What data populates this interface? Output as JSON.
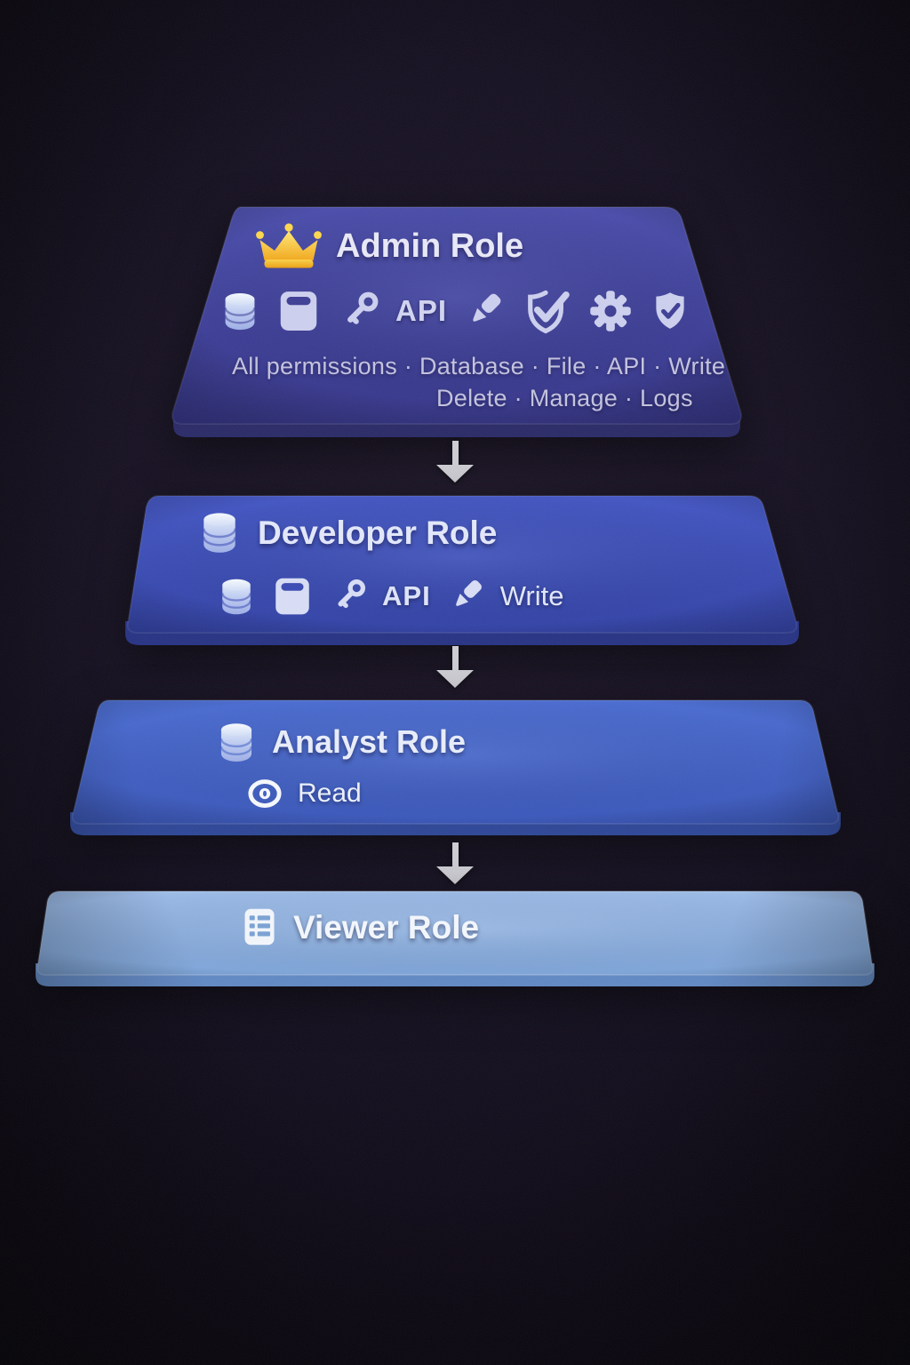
{
  "diagram": {
    "kind": "role-hierarchy-pyramid",
    "arrow_icon": "arrow-down-icon",
    "arrow_color": "#cdcdd3",
    "background_color": "#0c0814"
  },
  "roles": [
    {
      "name": "admin",
      "title": "Admin Role",
      "title_icon": "crown-icon",
      "panel_color_top": "#4a4dab",
      "panel_color_bottom": "#36368a",
      "edge_color": "#2a2a68",
      "icon_row": [
        "database-icon",
        "file-box-icon",
        "key-icon",
        "api-label",
        "pencil-icon",
        "shield-check-icon",
        "gear-icon",
        "shield-badge-icon"
      ],
      "labels": {
        "api": "API"
      },
      "permissions_line1": "All permissions · Database · File · API · Write",
      "permissions_line2": "Delete · Manage · Logs"
    },
    {
      "name": "developer",
      "title": "Developer Role",
      "title_icon": "database-icon",
      "panel_color_top": "#4356c4",
      "panel_color_bottom": "#3242a6",
      "edge_color": "#273384",
      "icon_row": [
        "database-icon",
        "file-box-icon",
        "key-icon",
        "api-label",
        "pencil-icon",
        "write-label"
      ],
      "labels": {
        "api": "API",
        "write": "Write"
      }
    },
    {
      "name": "analyst",
      "title": "Analyst Role",
      "title_icon": "database-icon",
      "panel_color_top": "#4a6cd2",
      "panel_color_bottom": "#3a57ba",
      "edge_color": "#2d4697",
      "icon_row": [
        "eye-icon",
        "read-label"
      ],
      "labels": {
        "read": "Read"
      }
    },
    {
      "name": "viewer",
      "title": "Viewer Role",
      "title_icon": "list-icon",
      "panel_color_top": "#9cbce9",
      "panel_color_bottom": "#7da4d8",
      "edge_color": "#6189c4",
      "icon_row": [],
      "labels": {}
    }
  ]
}
